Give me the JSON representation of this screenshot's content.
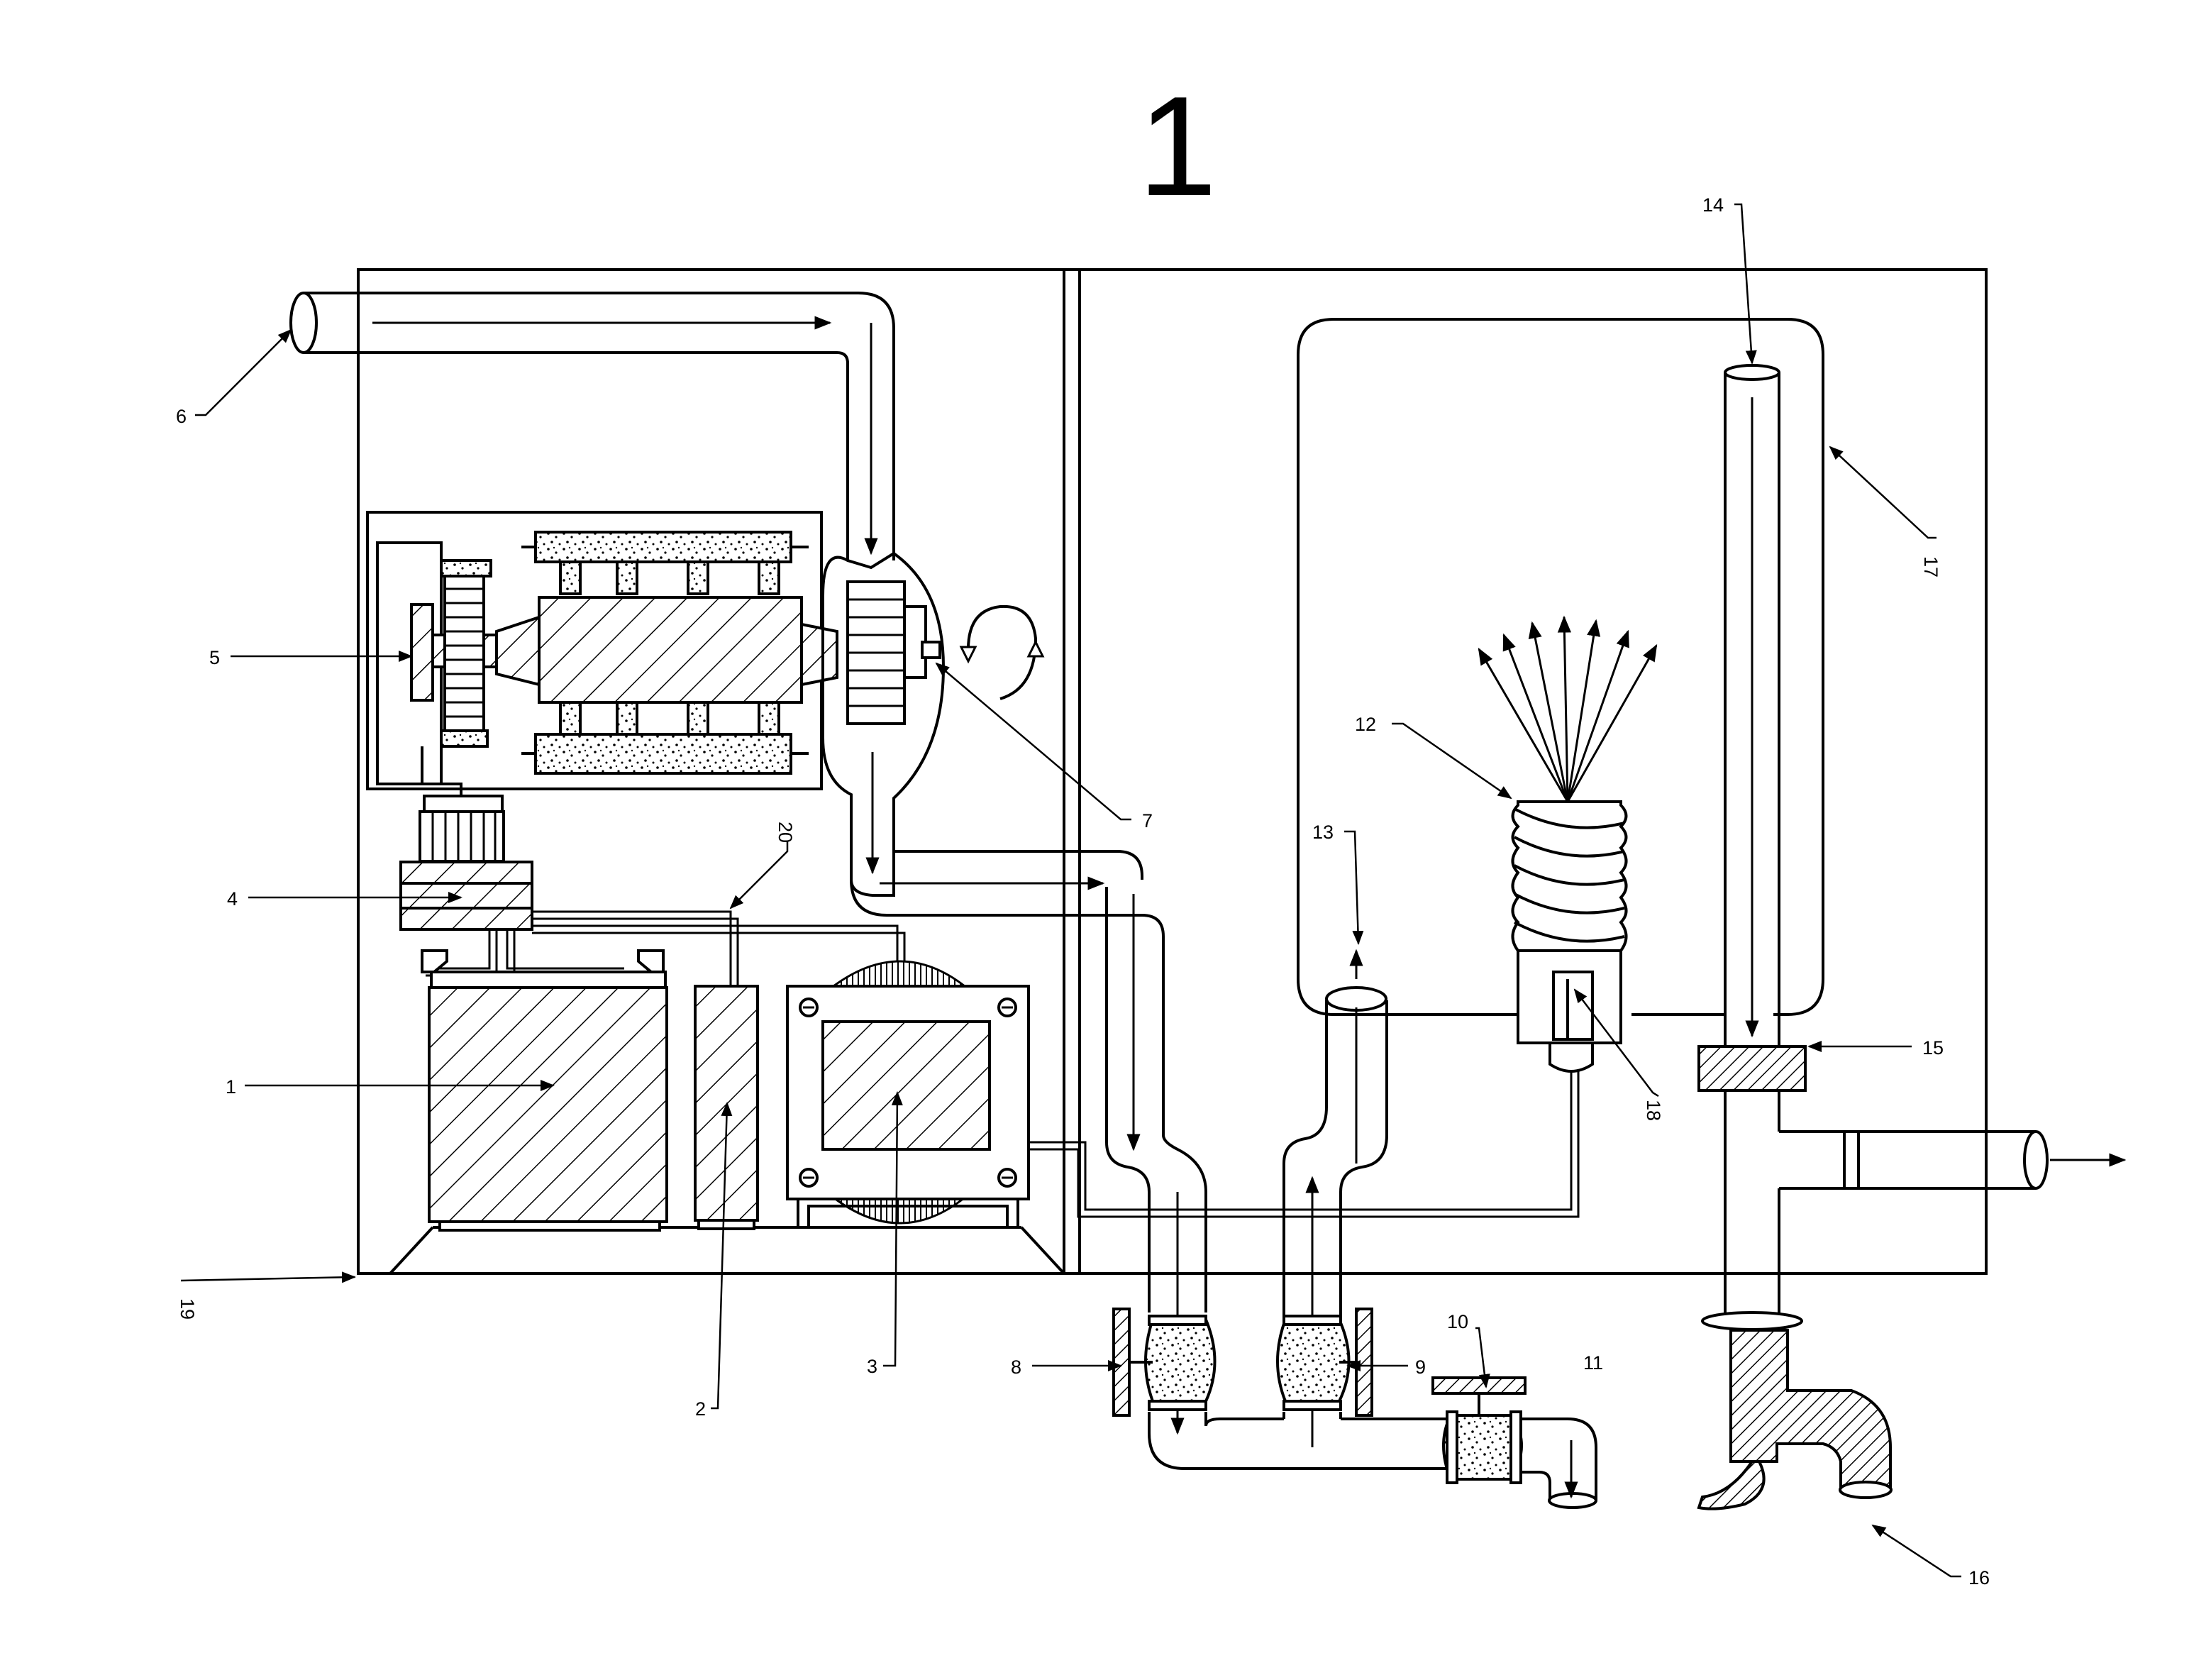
{
  "figure": {
    "number": "1",
    "labels": [
      "1",
      "2",
      "3",
      "4",
      "5",
      "6",
      "7",
      "8",
      "9",
      "10",
      "11",
      "12",
      "13",
      "14",
      "15",
      "16",
      "17",
      "18",
      "19",
      "20"
    ]
  }
}
